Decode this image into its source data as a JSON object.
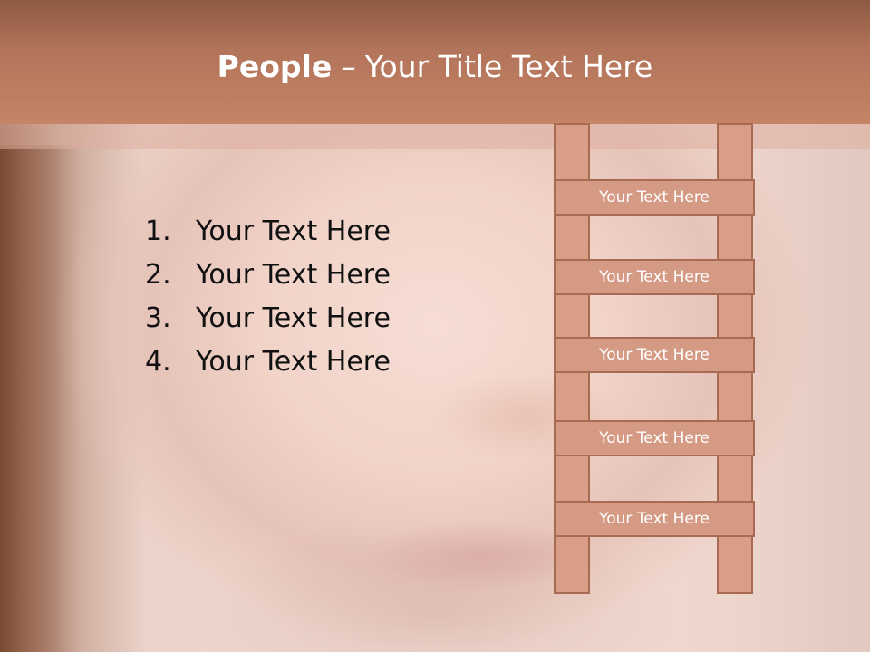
{
  "slide": {
    "title_bold": "People",
    "title_separator": "–",
    "title_rest": "Your Title Text Here",
    "list_items": [
      {
        "number": "1.",
        "text": "Your Text Here"
      },
      {
        "number": "2.",
        "text": "Your Text Here"
      },
      {
        "number": "3.",
        "text": "Your Text Here"
      },
      {
        "number": "4.",
        "text": "Your Text Here"
      }
    ],
    "ladder_rungs": [
      {
        "label": "Your Text Here"
      },
      {
        "label": "Your Text Here"
      },
      {
        "label": "Your Text Here"
      },
      {
        "label": "Your Text Here"
      },
      {
        "label": "Your Text Here"
      }
    ]
  },
  "colors": {
    "header": "#c68466",
    "ladder_fill": "#d49a84",
    "ladder_border": "#a86a52",
    "title_text": "#ffffff",
    "body_text": "#111111"
  }
}
